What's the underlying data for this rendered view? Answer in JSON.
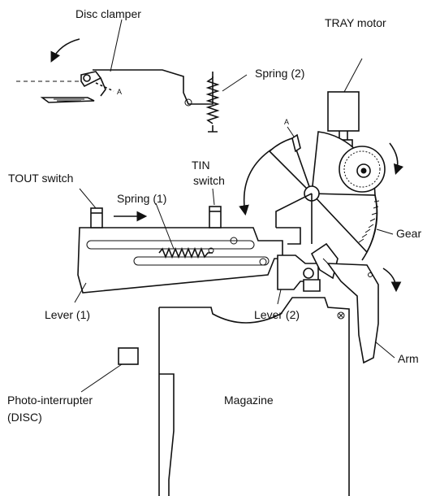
{
  "labels": {
    "disc_clamper": "Disc clamper",
    "tray_motor": "TRAY motor",
    "spring_2": "Spring (2)",
    "tin_switch_line1": "TIN",
    "tin_switch_line2": "switch",
    "tout_switch": "TOUT switch",
    "spring_1": "Spring (1)",
    "gear": "Gear",
    "lever_1": "Lever (1)",
    "lever_2": "Lever (2)",
    "arm": "Arm",
    "photo_interrupter_line1": "Photo-interrupter",
    "photo_interrupter_line2": "(DISC)",
    "magazine": "Magazine",
    "marker_a_clamper": "A",
    "marker_a_sector": "A"
  }
}
